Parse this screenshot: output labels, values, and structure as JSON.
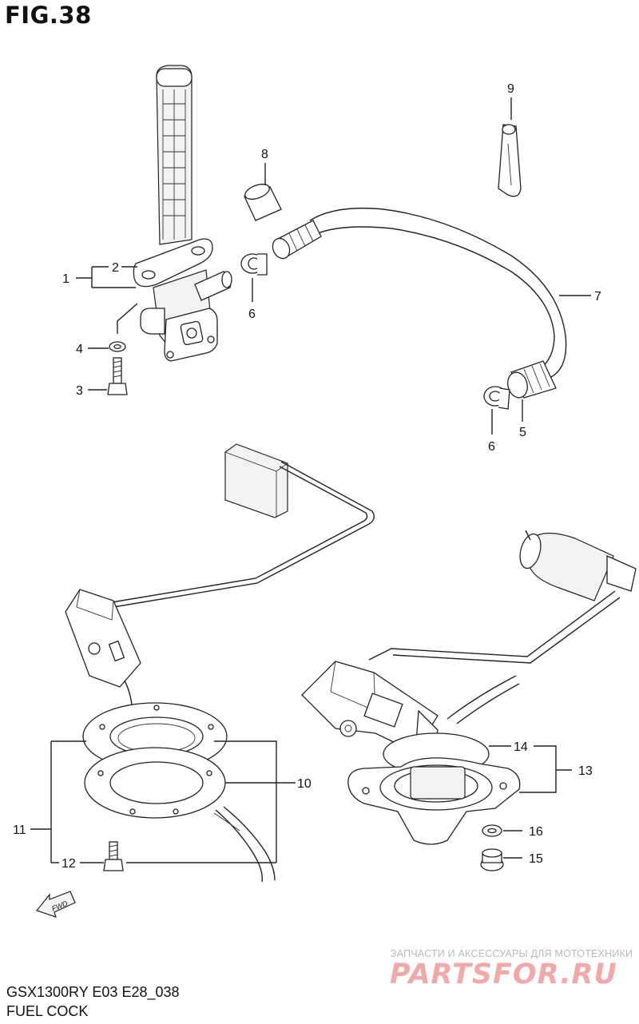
{
  "figure": {
    "title": "FIG.38"
  },
  "callouts": [
    {
      "key": "1",
      "text": "1"
    },
    {
      "key": "2",
      "text": "2"
    },
    {
      "key": "3",
      "text": "3"
    },
    {
      "key": "4",
      "text": "4"
    },
    {
      "key": "5",
      "text": "5"
    },
    {
      "key": "6a",
      "text": "6"
    },
    {
      "key": "6b",
      "text": "6"
    },
    {
      "key": "7",
      "text": "7"
    },
    {
      "key": "8",
      "text": "8"
    },
    {
      "key": "9",
      "text": "9"
    },
    {
      "key": "10",
      "text": "10"
    },
    {
      "key": "11",
      "text": "11"
    },
    {
      "key": "12",
      "text": "12"
    },
    {
      "key": "13",
      "text": "13"
    },
    {
      "key": "14",
      "text": "14"
    },
    {
      "key": "15",
      "text": "15"
    },
    {
      "key": "16",
      "text": "16"
    }
  ],
  "fwd_arrow": {
    "label": "FWD"
  },
  "footer": {
    "model_code": "GSX1300RY  E03  E28_038",
    "diagram_name": "FUEL COCK"
  },
  "watermark": {
    "text": "ЗАПЧАСТИ И АКСЕССУАРЫ ДЛЯ МОТОТЕХНИКИ",
    "logo": "PARTSFOR.RU",
    "logo_color": "#f0a8a8"
  }
}
